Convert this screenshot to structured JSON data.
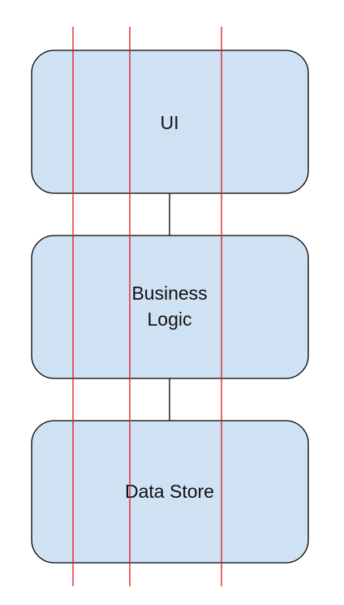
{
  "diagram": {
    "layers": [
      {
        "lines": [
          "UI"
        ]
      },
      {
        "lines": [
          "Business",
          "Logic"
        ]
      },
      {
        "lines": [
          "Data Store"
        ]
      }
    ],
    "colors": {
      "box_fill": "#cfe2f3",
      "box_stroke": "#000000",
      "connector": "#000000",
      "guide_line": "#e0242b"
    }
  }
}
